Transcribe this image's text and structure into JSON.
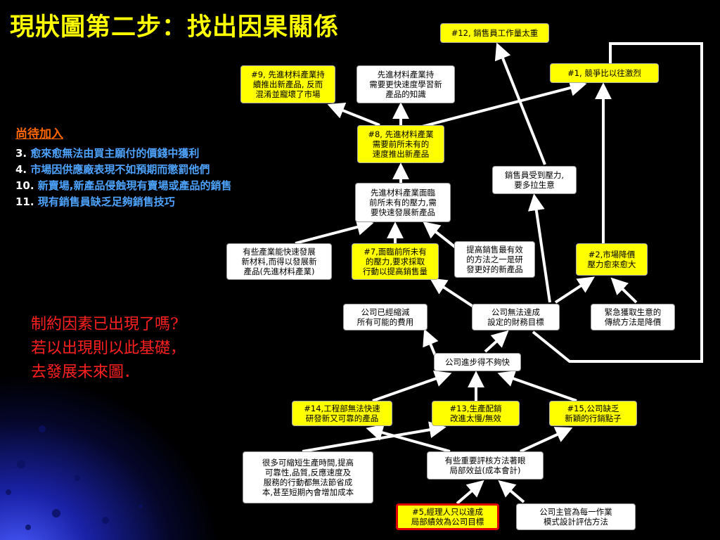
{
  "title": "現狀圖第二步：找出因果關係",
  "sidebar": {
    "heading": "尚待加入",
    "items": [
      {
        "num": "3.",
        "text": " 愈來愈無法由買主願付的價錢中獲利"
      },
      {
        "num": "4.",
        "text": "  市場因供應廠表現不如預期而懲罰他們"
      },
      {
        "num": "10.",
        "text": " 新賣場,新產品侵蝕現有賣場或產品的銷售"
      },
      {
        "num": "11.",
        "text": " 現有銷售員缺乏足夠銷售技巧"
      }
    ]
  },
  "question": {
    "line1": "制約因素已出現了嗎?",
    "line2": "若以出現則以此基礎，",
    "line3": "去發展未來圖．"
  },
  "colors": {
    "background": "#000000",
    "title": "#ffff00",
    "heading": "#ff6600",
    "list_text": "#4da3ff",
    "question": "#ff2020",
    "udes_node": "#ffff00",
    "plain_node": "#ffffff",
    "arrow": "#ffffff",
    "highlight_border": "#e00000"
  },
  "nodes": {
    "n12": "#12, 銷售員工作量太重",
    "n9": "#9, 先進材料產業持\n續推出新產品, 反而\n混淆並寵壞了市場",
    "knowledge": "先進材料產業持\n需要更快速度學習新\n產品的知識",
    "n1": "#1, 競爭比以往激烈",
    "n8": "#8, 先進材料產業\n需要前所未有的\n速度推出新產品",
    "salesman_pressure": "銷售員受到壓力,\n要多拉生意",
    "pressure": "先進材料產業面臨\n前所未有的壓力,需\n要快速發展新產品",
    "industry": "有些產業能快速發展\n新材料,而得以發展新\n產品(先進材料產業)",
    "n7": "#7,面臨前所未有\n的壓力,要求採取\n行動以提高銷售量",
    "rnd": "提高銷售最有效\n的方法之一是研\n發更好的新產品",
    "n2": "#2,市場降價\n壓力愈來愈大",
    "cut": "公司已經縮減\n所有可能的費用",
    "target": "公司無法達成\n設定的財務目標",
    "price_cut": "緊急獲取生意的\n傳統方法是降價",
    "slow": "公司進步得不夠快",
    "n14": "#14,工程部無法快速\n研發新又可靠的產品",
    "n13": "#13,生產配銷\n改進太慢/無效",
    "n15": "#15,公司缺乏\n新穎的行銷點子",
    "many": "很多可縮短生產時間,提高\n可靠性,品質,反應速度及\n服務的行動都無法節省成\n本,甚至短期內會增加成本",
    "measures": "有些重要評核方法著眼\n局部效益(成本會計)",
    "n5": "#5,經理人只以達成\n局部績效為公司目標",
    "mgmt": "公司主管為每一作業\n模式設計評估方法"
  }
}
